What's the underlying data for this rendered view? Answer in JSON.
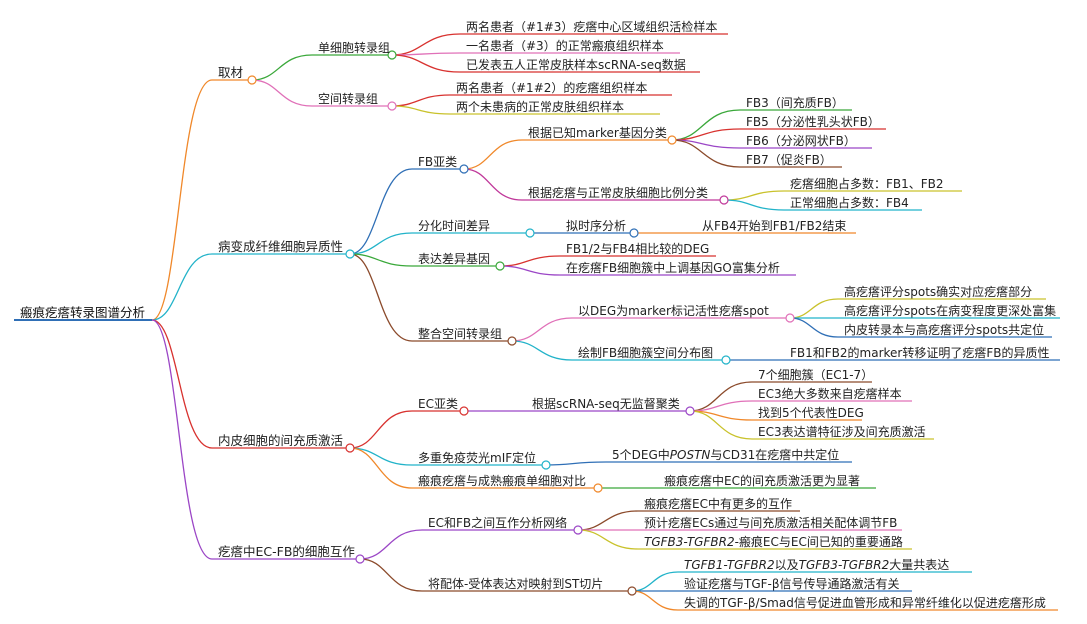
{
  "root": "瘢痕疙瘩转录图谱分析",
  "colors": {
    "root": "#2f6fb6",
    "branch_orange": "#f0882a",
    "branch_cyan": "#22b3c9",
    "branch_red": "#d8322f",
    "branch_purple": "#9b46c6",
    "green": "#3aa83a",
    "pink": "#e070b8",
    "yellow": "#c9c22c",
    "blue": "#3a7bd5",
    "brown": "#8b4a2b",
    "magenta": "#c0389a"
  },
  "nodes": {
    "n1": "取材",
    "n1_1": "单细胞转录组",
    "n1_1_1": "两名患者（#1#3）疙瘩中心区域组织活检样本",
    "n1_1_2": "一名患者（#3）的正常瘢痕组织样本",
    "n1_1_3": "已发表五人正常皮肤样本scRNA-seq数据",
    "n1_2": "空间转录组",
    "n1_2_1": "两名患者（#1#2）的疙瘩组织样本",
    "n1_2_2": "两个未患病的正常皮肤组织样本",
    "n2": "病变成纤维细胞异质性",
    "n2_1": "FB亚类",
    "n2_1_1": "根据已知marker基因分类",
    "n2_1_1_1": "FB3（间充质FB）",
    "n2_1_1_2": "FB5（分泌性乳头状FB）",
    "n2_1_1_3": "FB6（分泌网状FB）",
    "n2_1_1_4": "FB7（促炎FB）",
    "n2_1_2": "根据疙瘩与正常皮肤细胞比例分类",
    "n2_1_2_1": "疙瘩细胞占多数：FB1、FB2",
    "n2_1_2_2": "正常细胞占多数：FB4",
    "n2_2": "分化时间差异",
    "n2_2_1": "拟时序分析",
    "n2_2_1_1": "从FB4开始到FB1/FB2结束",
    "n2_3": "表达差异基因",
    "n2_3_1": "FB1/2与FB4相比较的DEG",
    "n2_3_2": "在疙瘩FB细胞簇中上调基因GO富集分析",
    "n2_4": "整合空间转录组",
    "n2_4_1": "以DEG为marker标记活性疙瘩spot",
    "n2_4_1_1": "高疙瘩评分spots确实对应疙瘩部分",
    "n2_4_1_2": "高疙瘩评分spots在病变程度更深处富集",
    "n2_4_1_3": "内皮转录本与高疙瘩评分spots共定位",
    "n2_4_2": "绘制FB细胞簇空间分布图",
    "n2_4_2_1": "FB1和FB2的marker转移证明了疙瘩FB的异质性",
    "n3": "内皮细胞的间充质激活",
    "n3_1": "EC亚类",
    "n3_1_1": "根据scRNA-seq无监督聚类",
    "n3_1_1_1": "7个细胞簇（EC1-7）",
    "n3_1_1_2": "EC3绝大多数来自疙瘩样本",
    "n3_1_1_3": "找到5个代表性DEG",
    "n3_1_1_4": "EC3表达谱特征涉及间充质激活",
    "n3_2": "多重免疫荧光mIF定位",
    "n3_2_1_a": "5个DEG中",
    "n3_2_1_b": "POSTN",
    "n3_2_1_c": "与CD31在疙瘩中共定位",
    "n3_3": "瘢痕疙瘩与成熟瘢痕单细胞对比",
    "n3_3_1": "瘢痕疙瘩中EC的间充质激活更为显著",
    "n4": "疙瘩中EC-FB的细胞互作",
    "n4_1": "EC和FB之间互作分析网络",
    "n4_1_1": "瘢痕疙瘩EC中有更多的互作",
    "n4_1_2": "预计疙瘩ECs通过与间充质激活相关配体调节FB",
    "n4_1_3_a": "TGFB3-TGFBR2",
    "n4_1_3_b": "-瘢痕EC与EC间已知的重要通路",
    "n4_2": "将配体-受体表达对映射到ST切片",
    "n4_2_1_a": "TGFB1-TGFBR2",
    "n4_2_1_b": "以及",
    "n4_2_1_c": "TGFB3-TGFBR2",
    "n4_2_1_d": "大量共表达",
    "n4_2_2": "验证疙瘩与TGF-β信号传导通路激活有关",
    "n4_2_3": "失调的TGF-β/Smad信号促进血管形成和异常纤维化以促进疙瘩形成"
  }
}
